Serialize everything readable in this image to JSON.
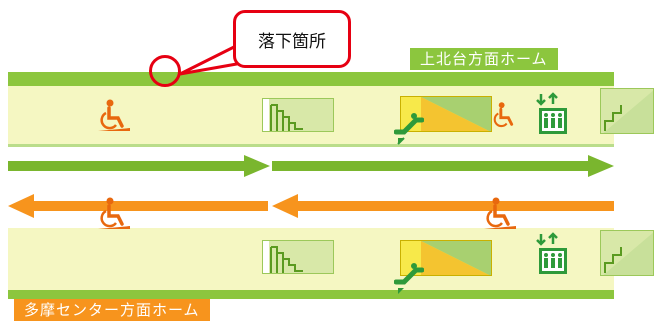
{
  "callout": {
    "text": "落下箇所"
  },
  "platforms": {
    "upper_label": "上北台方面ホーム",
    "lower_label": "多摩センター方面ホーム"
  },
  "colors": {
    "platform_fill": "#f5f7c2",
    "green": "#8cc63e",
    "orange": "#f7941d",
    "callout_red": "#e60012"
  },
  "icons": {
    "wheelchair": "wheelchair-icon",
    "stairs": "stairs-icon",
    "escalator": "escalator-icon",
    "elevator": "elevator-icon",
    "arrow_right": "arrow-right-icon",
    "arrow_left": "arrow-left-icon"
  }
}
